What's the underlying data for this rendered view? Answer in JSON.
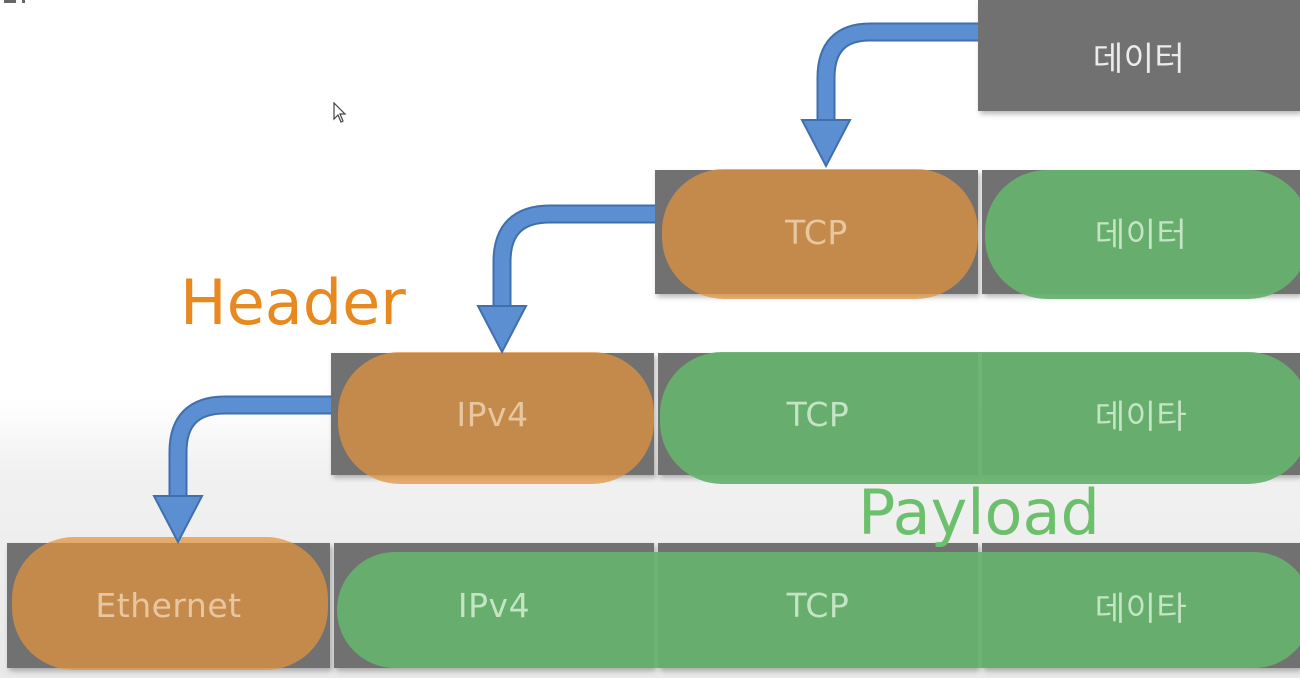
{
  "rows": [
    {
      "id": "application",
      "cells": [
        {
          "label": "데이터",
          "role": "data"
        }
      ]
    },
    {
      "id": "transport",
      "cells": [
        {
          "label": "TCP",
          "role": "header"
        },
        {
          "label": "데이터",
          "role": "payload"
        }
      ]
    },
    {
      "id": "network",
      "cells": [
        {
          "label": "IPv4",
          "role": "header"
        },
        {
          "label": "TCP",
          "role": "payload"
        },
        {
          "label": "데이타",
          "role": "payload"
        }
      ]
    },
    {
      "id": "link",
      "cells": [
        {
          "label": "Ethernet",
          "role": "header"
        },
        {
          "label": "IPv4",
          "role": "payload"
        },
        {
          "label": "TCP",
          "role": "payload"
        },
        {
          "label": "데이타",
          "role": "payload"
        }
      ]
    }
  ],
  "annotations": {
    "header": "Header",
    "payload": "Payload"
  },
  "colors": {
    "cell_background": "#717171",
    "header_highlight": "#e0933f",
    "payload_highlight": "#65b26e",
    "header_text": "#e8891f",
    "payload_text": "#6cc06c",
    "arrow": "#5b8fd2"
  }
}
